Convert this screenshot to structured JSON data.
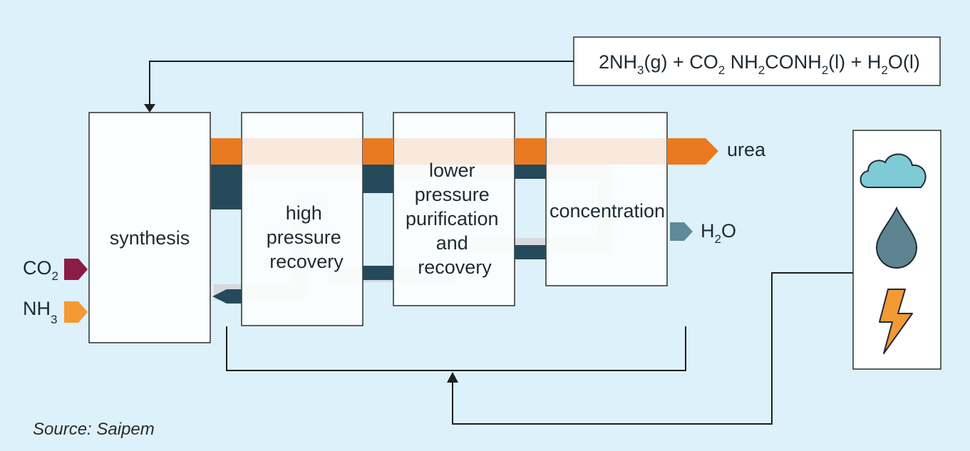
{
  "equation": {
    "part1_main": "2NH",
    "part1_sub": "3",
    "part1_tail": "(g) + CO",
    "part2_sub": "2",
    "part3_main": " NH",
    "part3_sub": "2",
    "part4_main": "CONH",
    "part4_sub": "2",
    "part5_main": "(l) + H",
    "part5_sub": "2",
    "part6_main": "O(l)"
  },
  "units": {
    "synthesis": [
      "synthesis"
    ],
    "high_pressure_recovery": [
      "high",
      "pressure",
      "recovery"
    ],
    "lower_pressure": [
      "lower",
      "pressure",
      "purification",
      "and",
      "recovery"
    ],
    "concentration": [
      "concentration"
    ]
  },
  "inputs": {
    "co2_main": "CO",
    "co2_sub": "2",
    "nh3_main": "NH",
    "nh3_sub": "3"
  },
  "outputs": {
    "urea": "urea",
    "h2o_main": "H",
    "h2o_sub": "2",
    "h2o_tail": "O"
  },
  "utilities": [
    "cloud-icon",
    "water-drop-icon",
    "lightning-icon"
  ],
  "source": "Source: Saipem",
  "colors": {
    "background": "#dcf1fa",
    "urea_stream": "#ea7a1f",
    "recycle_stream": "#244a5c",
    "co2": "#8b1c45",
    "nh3": "#f39a34",
    "h2o": "#5f8a98",
    "cloud": "#7ecbd6",
    "drop": "#5f8491",
    "bolt": "#f39a34"
  }
}
